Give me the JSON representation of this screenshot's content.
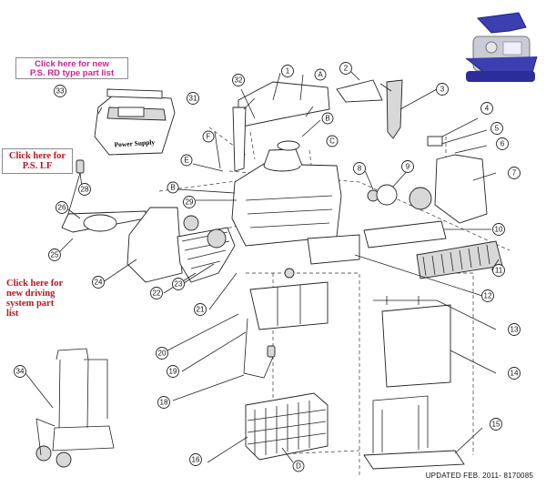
{
  "links": {
    "power_supply_rd": {
      "line1": "Click here for new",
      "line2": "P.S. RD type part list"
    },
    "power_supply_lf": {
      "line1": "Click here for",
      "line2": "P.S. LF"
    },
    "driving_system": {
      "line1": "Click here for",
      "line2": "new driving",
      "line3": "system part",
      "line4": "list"
    }
  },
  "footer": {
    "updated": "UPDATED FEB. 2011- 8170085"
  },
  "power_supply_label": "Power Supply",
  "callouts": [
    "1",
    "2",
    "3",
    "4",
    "5",
    "6",
    "7",
    "8",
    "9",
    "10",
    "11",
    "12",
    "13",
    "14",
    "15",
    "16",
    "18",
    "19",
    "20",
    "21",
    "22",
    "23",
    "24",
    "25",
    "26",
    "28",
    "29",
    "31",
    "32",
    "33",
    "34",
    "A",
    "B",
    "C",
    "D",
    "E",
    "F"
  ],
  "colors": {
    "link_pink": "#d0218f",
    "link_red": "#c1121c",
    "robot_blue": "#3b3fb0"
  }
}
